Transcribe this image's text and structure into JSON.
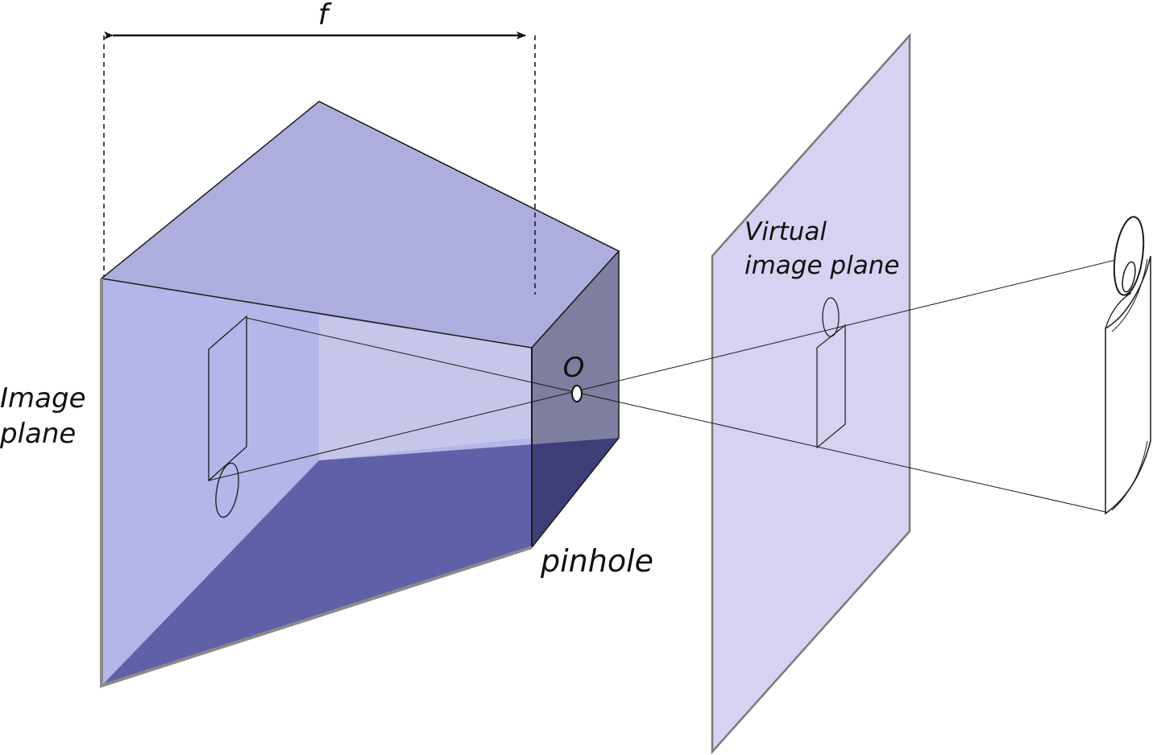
{
  "labels": {
    "focal_length": "f",
    "optical_center": "O",
    "pinhole": "pinhole",
    "image_plane_line1": "Image",
    "image_plane_line2": "plane",
    "virtual_plane_line1": "Virtual",
    "virtual_plane_line2": "image plane"
  },
  "colors": {
    "top_face": "#adaede",
    "image_plane": "#b4b5e8",
    "inner_light": "#c6c6ea",
    "bottom_face": "#6060a8",
    "front_face": "#7e7ea0",
    "front_bottom": "#3e3e78",
    "virtual_plane": "#d8d1f1",
    "outline": "#1a1a1a",
    "edge_grey": "#8a8a8a"
  }
}
